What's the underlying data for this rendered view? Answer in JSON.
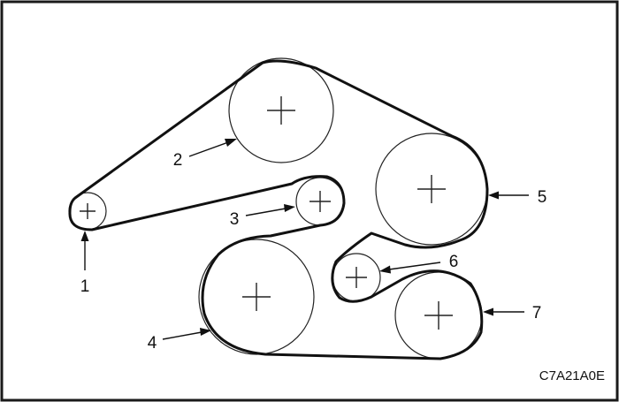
{
  "diagram": {
    "callouts": {
      "c1": "1",
      "c2": "2",
      "c3": "3",
      "c4": "4",
      "c5": "5",
      "c6": "6",
      "c7": "7"
    },
    "figure_code": "C7A21A0E"
  }
}
